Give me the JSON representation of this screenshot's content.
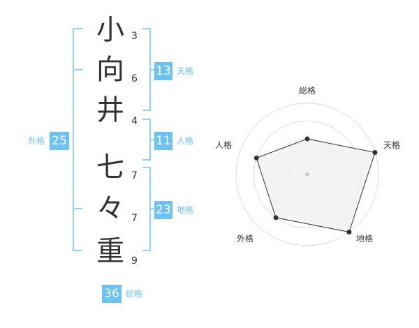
{
  "name": {
    "chars": [
      {
        "char": "小",
        "strokes": "3"
      },
      {
        "char": "向",
        "strokes": "6"
      },
      {
        "char": "井",
        "strokes": "4"
      },
      {
        "char": "七",
        "strokes": "7"
      },
      {
        "char": "々",
        "strokes": "7"
      },
      {
        "char": "重",
        "strokes": "9"
      }
    ]
  },
  "fortunes": {
    "tenkaku": {
      "value": "13",
      "label": "天格"
    },
    "jinkaku": {
      "value": "11",
      "label": "人格"
    },
    "chikaku": {
      "value": "23",
      "label": "地格"
    },
    "gaikaku": {
      "value": "25",
      "label": "外格"
    },
    "soukaku": {
      "value": "36",
      "label": "総格"
    }
  },
  "chart_data": {
    "type": "radar",
    "axes": [
      "総格",
      "天格",
      "地格",
      "外格",
      "人格"
    ],
    "values": [
      0.5,
      1.0,
      1.0,
      0.75,
      0.75
    ],
    "rings": 4,
    "colors": {
      "fill": "#f0f0f0",
      "line": "#333333",
      "grid": "#dddddd",
      "accent": "#6cc2f2"
    }
  }
}
